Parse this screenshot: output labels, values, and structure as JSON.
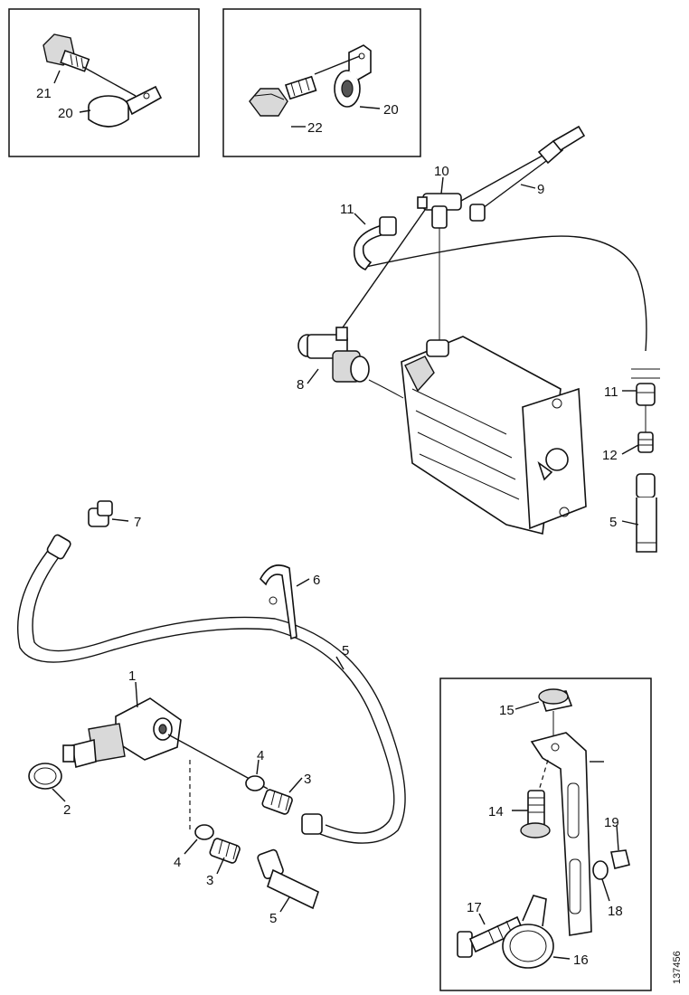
{
  "diagram": {
    "reference_code": "137456",
    "callouts": {
      "c1": "1",
      "c2": "2",
      "c3a": "3",
      "c3b": "3",
      "c4a": "4",
      "c4b": "4",
      "c5a": "5",
      "c5b": "5",
      "c5c": "5",
      "c6": "6",
      "c7": "7",
      "c8": "8",
      "c9": "9",
      "c10": "10",
      "c11a": "11",
      "c11b": "11",
      "c12": "12",
      "c14": "14",
      "c15": "15",
      "c16": "16",
      "c17": "17",
      "c18": "18",
      "c19": "19",
      "c20a": "20",
      "c20b": "20",
      "c21": "21",
      "c22": "22"
    }
  }
}
